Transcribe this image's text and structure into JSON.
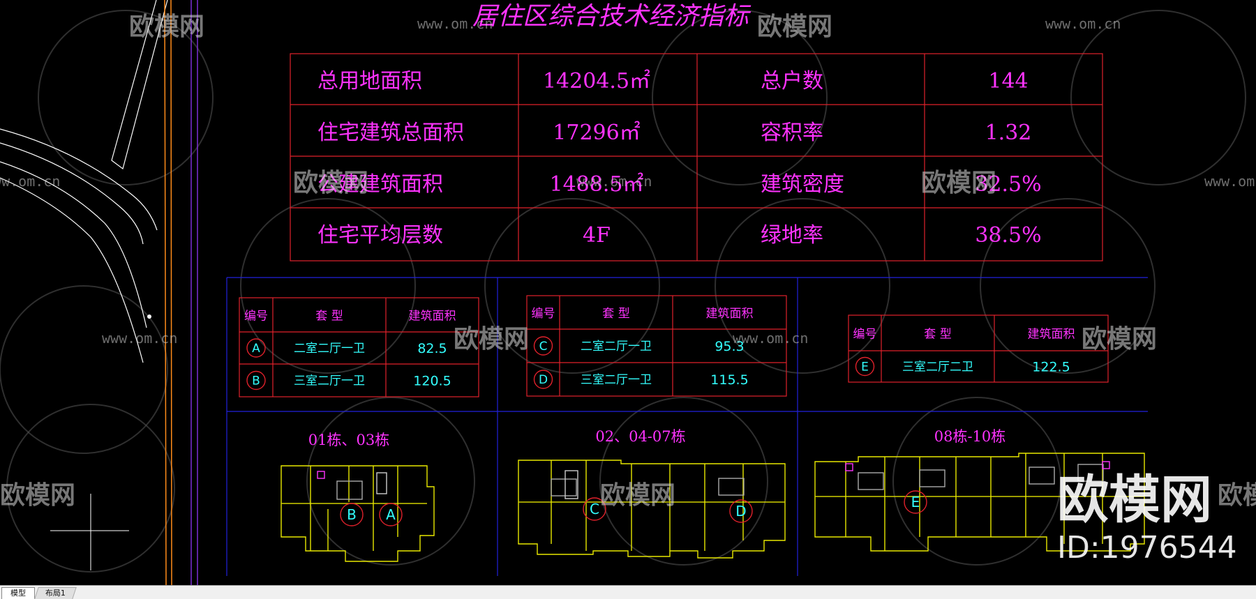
{
  "main_table": {
    "title": "居住区综合技术经济指标",
    "rows": [
      [
        "总用地面积",
        "14204.5㎡",
        "总户数",
        "144"
      ],
      [
        "住宅建筑总面积",
        "17296㎡",
        "容积率",
        "1.32"
      ],
      [
        "公建建筑面积",
        "1488.5㎡",
        "建筑密度",
        "32.5%"
      ],
      [
        "住宅平均层数",
        "4F",
        "绿地率",
        "38.5%"
      ]
    ]
  },
  "unit_tables": [
    {
      "headers": [
        "编号",
        "套 型",
        "建筑面积"
      ],
      "rows": [
        [
          "A",
          "二室二厅一卫",
          "82.5"
        ],
        [
          "B",
          "三室二厅一卫",
          "120.5"
        ]
      ]
    },
    {
      "headers": [
        "编号",
        "套 型",
        "建筑面积"
      ],
      "rows": [
        [
          "C",
          "二室二厅一卫",
          "95.3"
        ],
        [
          "D",
          "三室二厅一卫",
          "115.5"
        ]
      ]
    },
    {
      "headers": [
        "编号",
        "套 型",
        "建筑面积"
      ],
      "rows": [
        [
          "E",
          "三室二厅二卫",
          "122.5"
        ]
      ]
    }
  ],
  "building_groups": [
    {
      "title": "01栋、03栋",
      "units": [
        "B",
        "A"
      ]
    },
    {
      "title": "02、04-07栋",
      "units": [
        "C",
        "D"
      ]
    },
    {
      "title": "08栋-10栋",
      "units": [
        "E"
      ]
    }
  ],
  "watermark": {
    "brand": "欧模网",
    "url": "www.om.cn",
    "big_brand": "欧模网",
    "id_text": "ID:1976544"
  },
  "layout_tabs": [
    {
      "label": "模型",
      "active": true
    },
    {
      "label": "布局1",
      "active": false
    }
  ],
  "colors": {
    "table_line": "#e0212b",
    "text_magenta": "#ff33ff",
    "text_cyan": "#33ffff",
    "panel_line": "#2222dd",
    "plan_wall": "#e8e800",
    "background": "#000000"
  }
}
